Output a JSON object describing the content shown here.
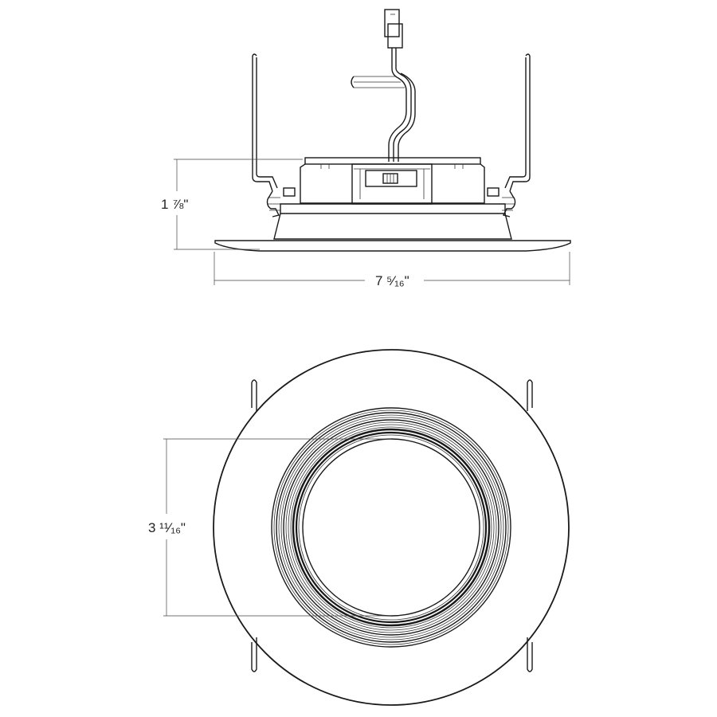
{
  "side_view": {
    "height_label": "1 ⅞\"",
    "width_label": "7 ⁵⁄₁₆\""
  },
  "front_view": {
    "aperture_label": "3 ¹¹⁄₁₆\""
  }
}
